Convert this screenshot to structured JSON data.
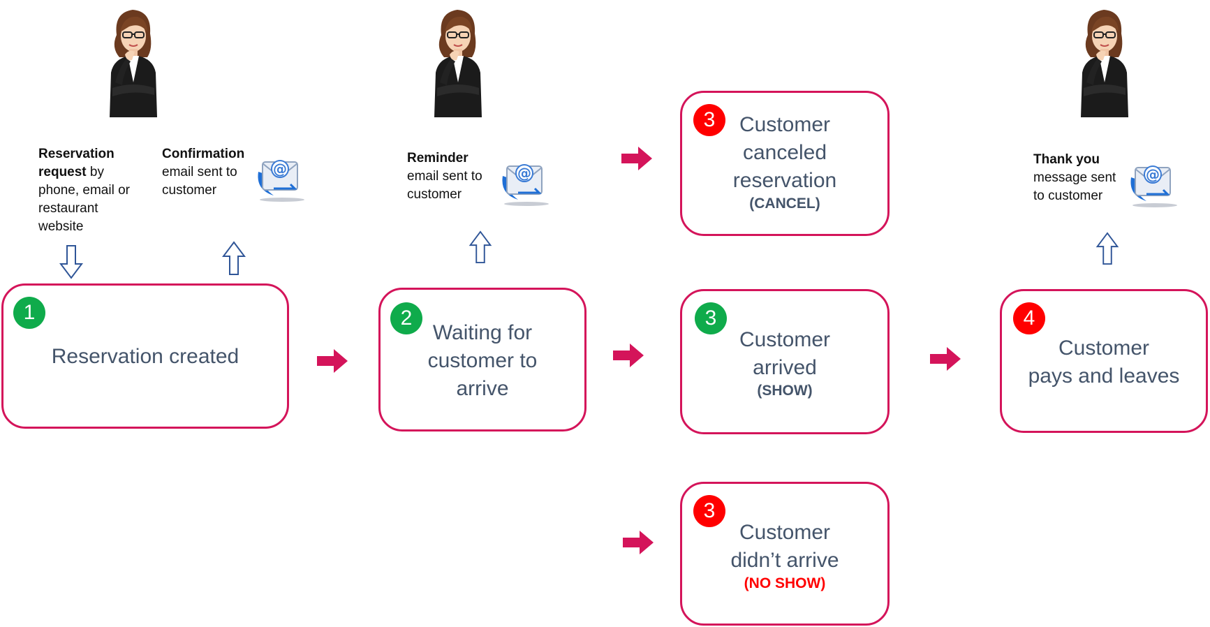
{
  "steps": [
    {
      "id": "reservation-created",
      "badge": "1",
      "badge_color": "#0fab4b",
      "lines": [
        "Reservation created"
      ],
      "tag": ""
    },
    {
      "id": "waiting",
      "badge": "2",
      "badge_color": "#0fab4b",
      "lines": [
        "Waiting for",
        "customer to",
        "arrive"
      ],
      "tag": ""
    },
    {
      "id": "canceled",
      "badge": "3",
      "badge_color": "#ff0000",
      "lines": [
        "Customer",
        "canceled",
        "reservation"
      ],
      "tag": "(CANCEL)"
    },
    {
      "id": "arrived",
      "badge": "3",
      "badge_color": "#0fab4b",
      "lines": [
        "Customer",
        "arrived"
      ],
      "tag": "(SHOW)"
    },
    {
      "id": "no-show",
      "badge": "3",
      "badge_color": "#ff0000",
      "lines": [
        "Customer",
        "didn’t arrive"
      ],
      "tag": "(NO SHOW)"
    },
    {
      "id": "pays-leaves",
      "badge": "4",
      "badge_color": "#ff0000",
      "lines": [
        "Customer",
        "pays and leaves"
      ],
      "tag": ""
    }
  ],
  "notes": {
    "request": {
      "bold1": "Reservation",
      "bold2": "request",
      "rest2": " by",
      "line3": "phone, email or",
      "line4": "restaurant",
      "line5": "website"
    },
    "confirmation": {
      "bold": "Confirmation",
      "line2": "email sent to",
      "line3": "customer"
    },
    "reminder": {
      "bold": "Reminder",
      "line2": "email sent to",
      "line3": "customer"
    },
    "thankyou": {
      "bold": "Thank you",
      "line2": "message sent",
      "line3": "to customer"
    }
  },
  "icons": [
    "person-illustration",
    "email-icon",
    "hollow-arrow-icon",
    "flow-arrow-icon"
  ],
  "colors": {
    "accent": "#d4145a",
    "green": "#0fab4b",
    "red": "#ff0000",
    "text": "#44546a"
  }
}
